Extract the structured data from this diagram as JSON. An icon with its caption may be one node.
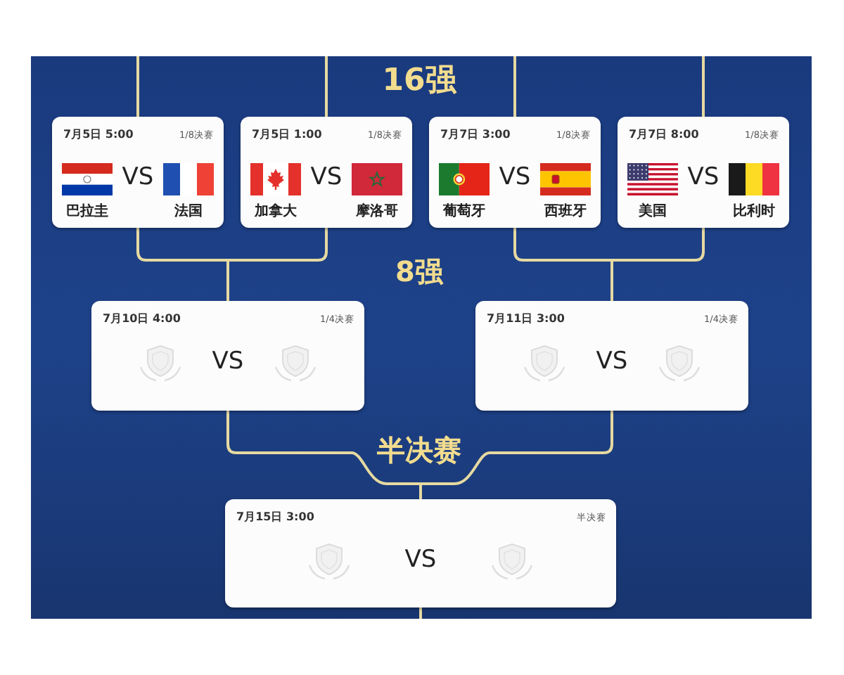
{
  "diagram": {
    "nodes": [
      {
        "text": [
          "7月5日 5:00",
          "1/8决赛",
          "VS",
          "巴拉圭",
          "法国"
        ]
      },
      {
        "text": [
          "7月5日 1:00",
          "1/8决赛",
          "VS",
          "加拿大",
          "摩洛哥"
        ]
      },
      {
        "text": [
          "7月7日 3:00",
          "1/8决赛",
          "VS",
          "葡萄牙",
          "西班牙"
        ]
      },
      {
        "text": [
          "7月7日 8:00",
          "1/8决赛",
          "VS",
          "美国",
          "比利时"
        ]
      },
      {
        "text": [
          "7月10日 4:00",
          "1/4决赛",
          "VS"
        ]
      },
      {
        "text": [
          "7月11日 3:00",
          "1/4决赛",
          "VS"
        ]
      },
      {
        "text": [
          "7月15日 3:00",
          "半决赛",
          "VS"
        ]
      }
    ],
    "edges": [
      {
        "from": null,
        "to": 0,
        "arrow": "none"
      },
      {
        "from": null,
        "to": 1,
        "arrow": "none"
      },
      {
        "from": null,
        "to": 2,
        "arrow": "none"
      },
      {
        "from": null,
        "to": 3,
        "arrow": "none"
      },
      {
        "from": 0,
        "to": 4,
        "arrow": "none"
      },
      {
        "from": 1,
        "to": 4,
        "arrow": "none"
      },
      {
        "from": 2,
        "to": 5,
        "arrow": "none"
      },
      {
        "from": 3,
        "to": 5,
        "arrow": "none"
      },
      {
        "from": 4,
        "to": 6,
        "arrow": "none"
      },
      {
        "from": 5,
        "to": 6,
        "arrow": "none"
      },
      {
        "from": 6,
        "to": null,
        "arrow": "none"
      }
    ],
    "labels": [
      "16强",
      "8强",
      "半决赛"
    ]
  }
}
